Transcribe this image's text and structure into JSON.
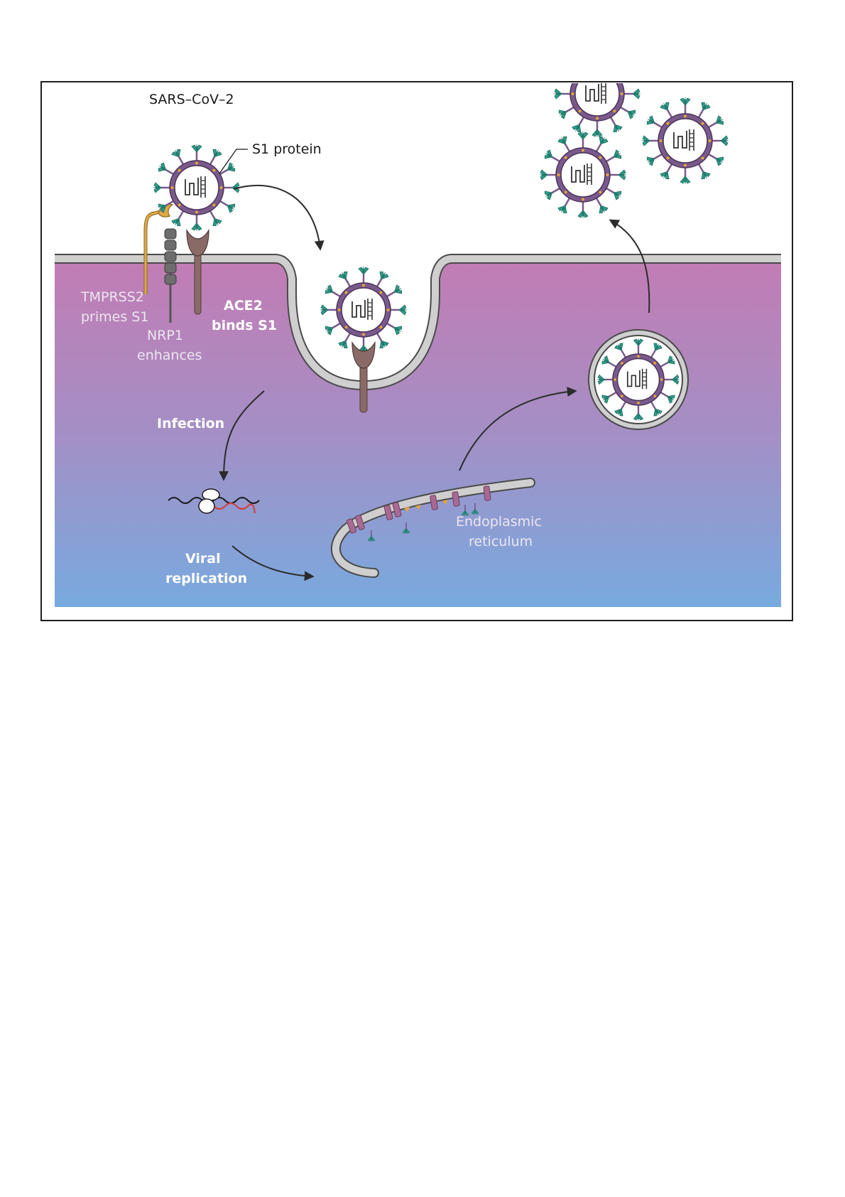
{
  "title": "SARS–CoV–2",
  "labels": {
    "s1_protein": "S1 protein",
    "tmprss2_line1": "TMPRSS2",
    "tmprss2_line2": "primes S1",
    "nrp1_line1": "NRP1",
    "nrp1_line2": "enhances",
    "ace2_line1": "ACE2",
    "ace2_line2": "binds S1",
    "infection": "Infection",
    "viral_line1": "Viral",
    "viral_line2": "replication",
    "er_line1": "Endoplasmic",
    "er_line2": "reticulum"
  },
  "colors": {
    "frame": "#1f1f1f",
    "cell_top": "#c27cb4",
    "cell_mid": "#a48fc5",
    "cell_bottom": "#78aadf",
    "membrane": "#cfcfcf",
    "membrane_edge": "#4a4a4a",
    "virus_envelope": "#7a5a8c",
    "spike": "#2f9a88",
    "ace2": "#8a6a66",
    "nrp1": "#6d6d6d",
    "tmprss2": "#e0a845",
    "er_band": "#a86a92",
    "rna": "#d63a3a"
  },
  "icons": [
    "virus-icon",
    "ace2-receptor-icon",
    "nrp1-receptor-icon",
    "tmprss2-protease-icon",
    "ribosome-icon",
    "endosome-icon",
    "er-icon",
    "arrow-icon"
  ]
}
